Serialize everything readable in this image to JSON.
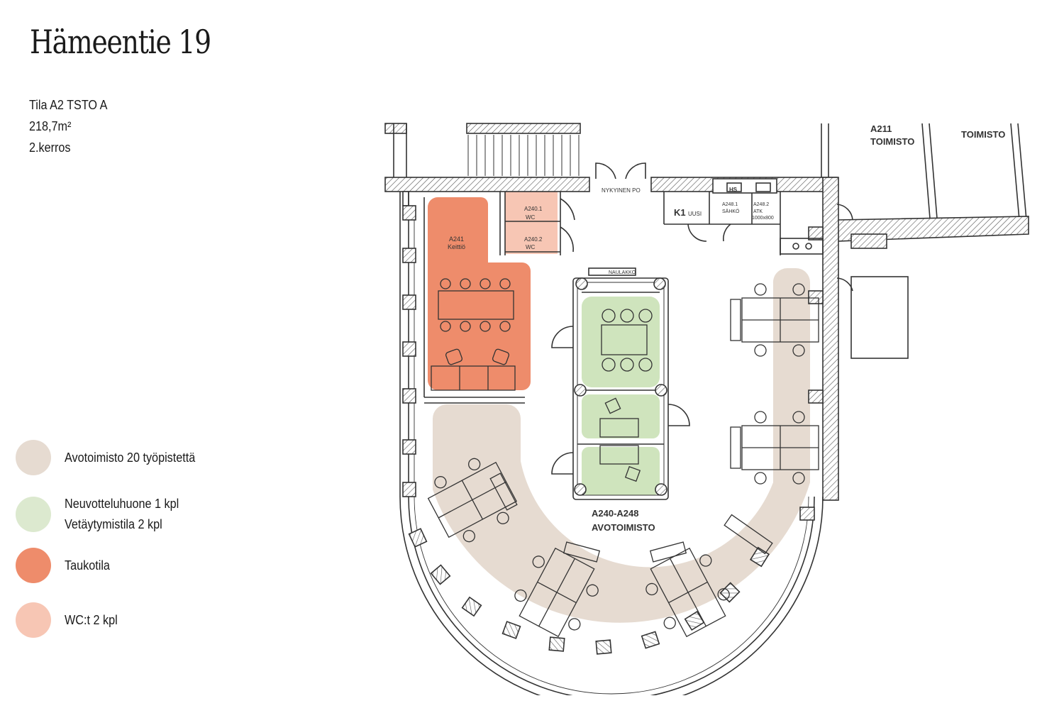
{
  "header": {
    "title": "Hämeentie 19"
  },
  "info": {
    "space": "Tila A2 TSTO A",
    "area": "218,7m²",
    "floor": "2.kerros"
  },
  "legend": {
    "items": [
      {
        "lines": [
          "Avotoimisto 20 työpistettä"
        ],
        "color": "#e6dbd1"
      },
      {
        "lines": [
          "Neuvotteluhuone 1 kpl",
          "Vetäytymistila 2 kpl"
        ],
        "color": "#dce9cf"
      },
      {
        "lines": [
          "Taukotila"
        ],
        "color": "#ee8c6b"
      },
      {
        "lines": [
          "WC:t 2 kpl"
        ],
        "color": "#f7c6b4"
      }
    ]
  },
  "plan": {
    "labels": {
      "a211": "A211",
      "a211_type": "TOIMISTO",
      "a210_type": "TOIMISTO",
      "entrance": "NYKYINEN PO",
      "k1": "K1",
      "k1_sub": "UUSI",
      "a248_1": "A248.1",
      "a248_1_sub": "SÄHKÖ",
      "a248_2": "A248.2",
      "a248_2_sub": "ATK",
      "a248_2_size": "1000x800",
      "hs": "HS",
      "a241": "A241",
      "a241_sub": "Keittiö",
      "wc1": "A240.1",
      "wc1_sub": "WC",
      "wc2": "A240.2",
      "wc2_sub": "WC",
      "naulakko": "NAULAKKO",
      "main_code": "A240-A248",
      "main_name": "AVOTOIMISTO"
    }
  }
}
